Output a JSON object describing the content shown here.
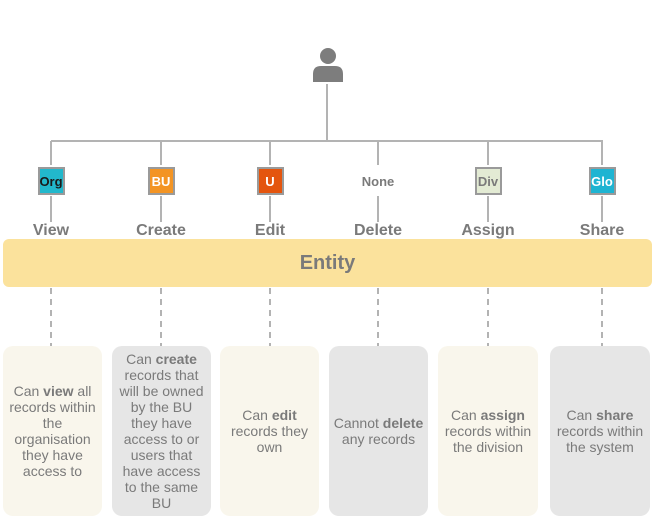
{
  "icons": {
    "user": "user-icon"
  },
  "columns": [
    {
      "key": "view",
      "badge": "Org",
      "badge_bg": "#22b8cc",
      "badge_color": "#1a1a1a",
      "label": "View",
      "card": [
        "Can ",
        "view",
        " all records within the organisation they have access to"
      ],
      "card_tone": "light"
    },
    {
      "key": "create",
      "badge": "BU",
      "badge_bg": "#f39423",
      "badge_color": "#ffffff",
      "label": "Create",
      "card": [
        "Can ",
        "create",
        " records that will be owned by the BU they have access to or users that have access to the same BU"
      ],
      "card_tone": "grey"
    },
    {
      "key": "edit",
      "badge": "U",
      "badge_bg": "#e4550e",
      "badge_color": "#ffffff",
      "label": "Edit",
      "card": [
        "Can ",
        "edit",
        " records they own"
      ],
      "card_tone": "light"
    },
    {
      "key": "delete",
      "badge": "None",
      "badge_bg": "",
      "badge_color": "#7a7a7a",
      "label": "Delete",
      "card": [
        "Cannot ",
        "delete",
        " any records"
      ],
      "card_tone": "grey"
    },
    {
      "key": "assign",
      "badge": "Div",
      "badge_bg": "#e3ebd4",
      "badge_color": "#7a7a7a",
      "label": "Assign",
      "card": [
        "Can ",
        "assign",
        " records within the division"
      ],
      "card_tone": "light"
    },
    {
      "key": "share",
      "badge": "Glo",
      "badge_bg": "#1eb4d2",
      "badge_color": "#ffffff",
      "label": "Share",
      "card": [
        "Can ",
        "share",
        " records within the system"
      ],
      "card_tone": "grey"
    }
  ],
  "entity": {
    "label": "Entity"
  },
  "colors": {
    "line": "#b3b3b3",
    "entity_bg": "#fbe29c",
    "text": "#7a7a7a"
  }
}
